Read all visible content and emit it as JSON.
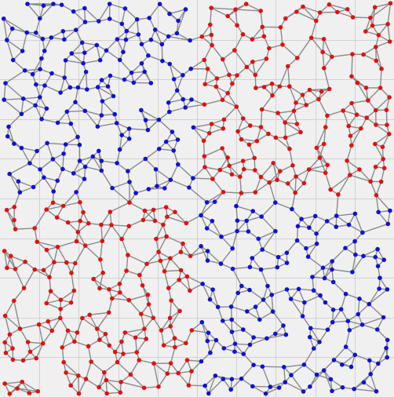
{
  "diagram": {
    "type": "graph",
    "background": "#f0f0f0",
    "grid": {
      "shown": true,
      "color": "#d2d2d2",
      "divisions": 10
    },
    "edge_color": "#8a8a8a",
    "colors": {
      "red": "#e01010",
      "blue": "#1010d8"
    },
    "node_count_per_region": 165,
    "regions": [
      {
        "color": "blue",
        "x": [
          0.0,
          0.5
        ],
        "y": [
          0.0,
          0.5
        ]
      },
      {
        "color": "red",
        "x": [
          0.5,
          1.0
        ],
        "y": [
          0.0,
          0.5
        ]
      },
      {
        "color": "red",
        "x": [
          0.0,
          0.5
        ],
        "y": [
          0.5,
          1.0
        ]
      },
      {
        "color": "blue",
        "x": [
          0.5,
          1.0
        ],
        "y": [
          0.5,
          1.0
        ]
      }
    ]
  }
}
